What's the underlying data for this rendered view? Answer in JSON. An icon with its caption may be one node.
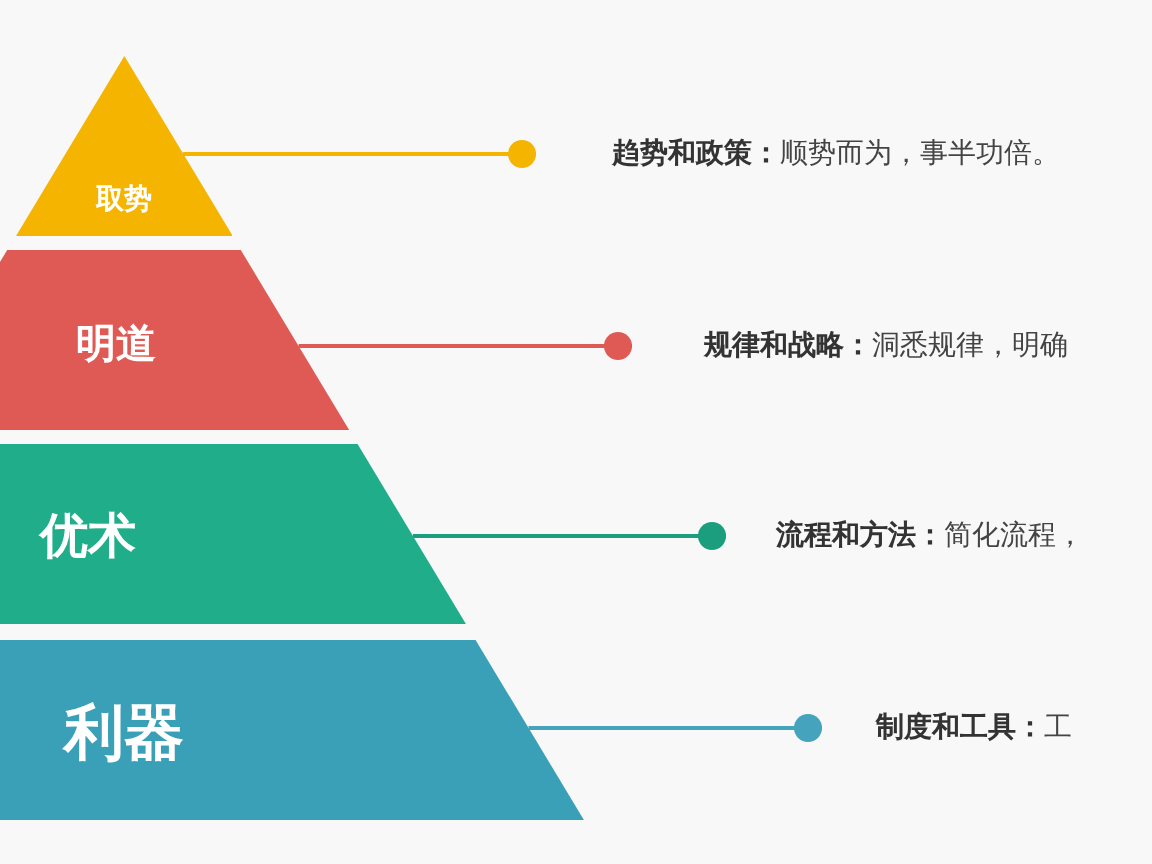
{
  "diagram": {
    "nodes": [
      {
        "text": [
          "取势"
        ]
      },
      {
        "text": [
          "明道"
        ]
      },
      {
        "text": [
          "优术"
        ]
      },
      {
        "text": [
          "利器"
        ]
      },
      {
        "text": [
          "**趋势和政策：**顺势而为，事半功倍。"
        ]
      },
      {
        "text": [
          "**规律和战略：**洞悉规律，明确"
        ]
      },
      {
        "text": [
          "**流程和方法：**简化流程，"
        ]
      },
      {
        "text": [
          "**制度和工具：**工"
        ]
      }
    ],
    "edges": [
      {
        "from": 0,
        "to": 4,
        "arrow": "other",
        "color": "#f5b400"
      },
      {
        "from": 1,
        "to": 5,
        "arrow": "other",
        "color": "#e05a55"
      },
      {
        "from": 2,
        "to": 6,
        "arrow": "other",
        "color": "#1a9e7e"
      },
      {
        "from": 3,
        "to": 7,
        "arrow": "other",
        "color": "#45a3bd"
      }
    ]
  }
}
